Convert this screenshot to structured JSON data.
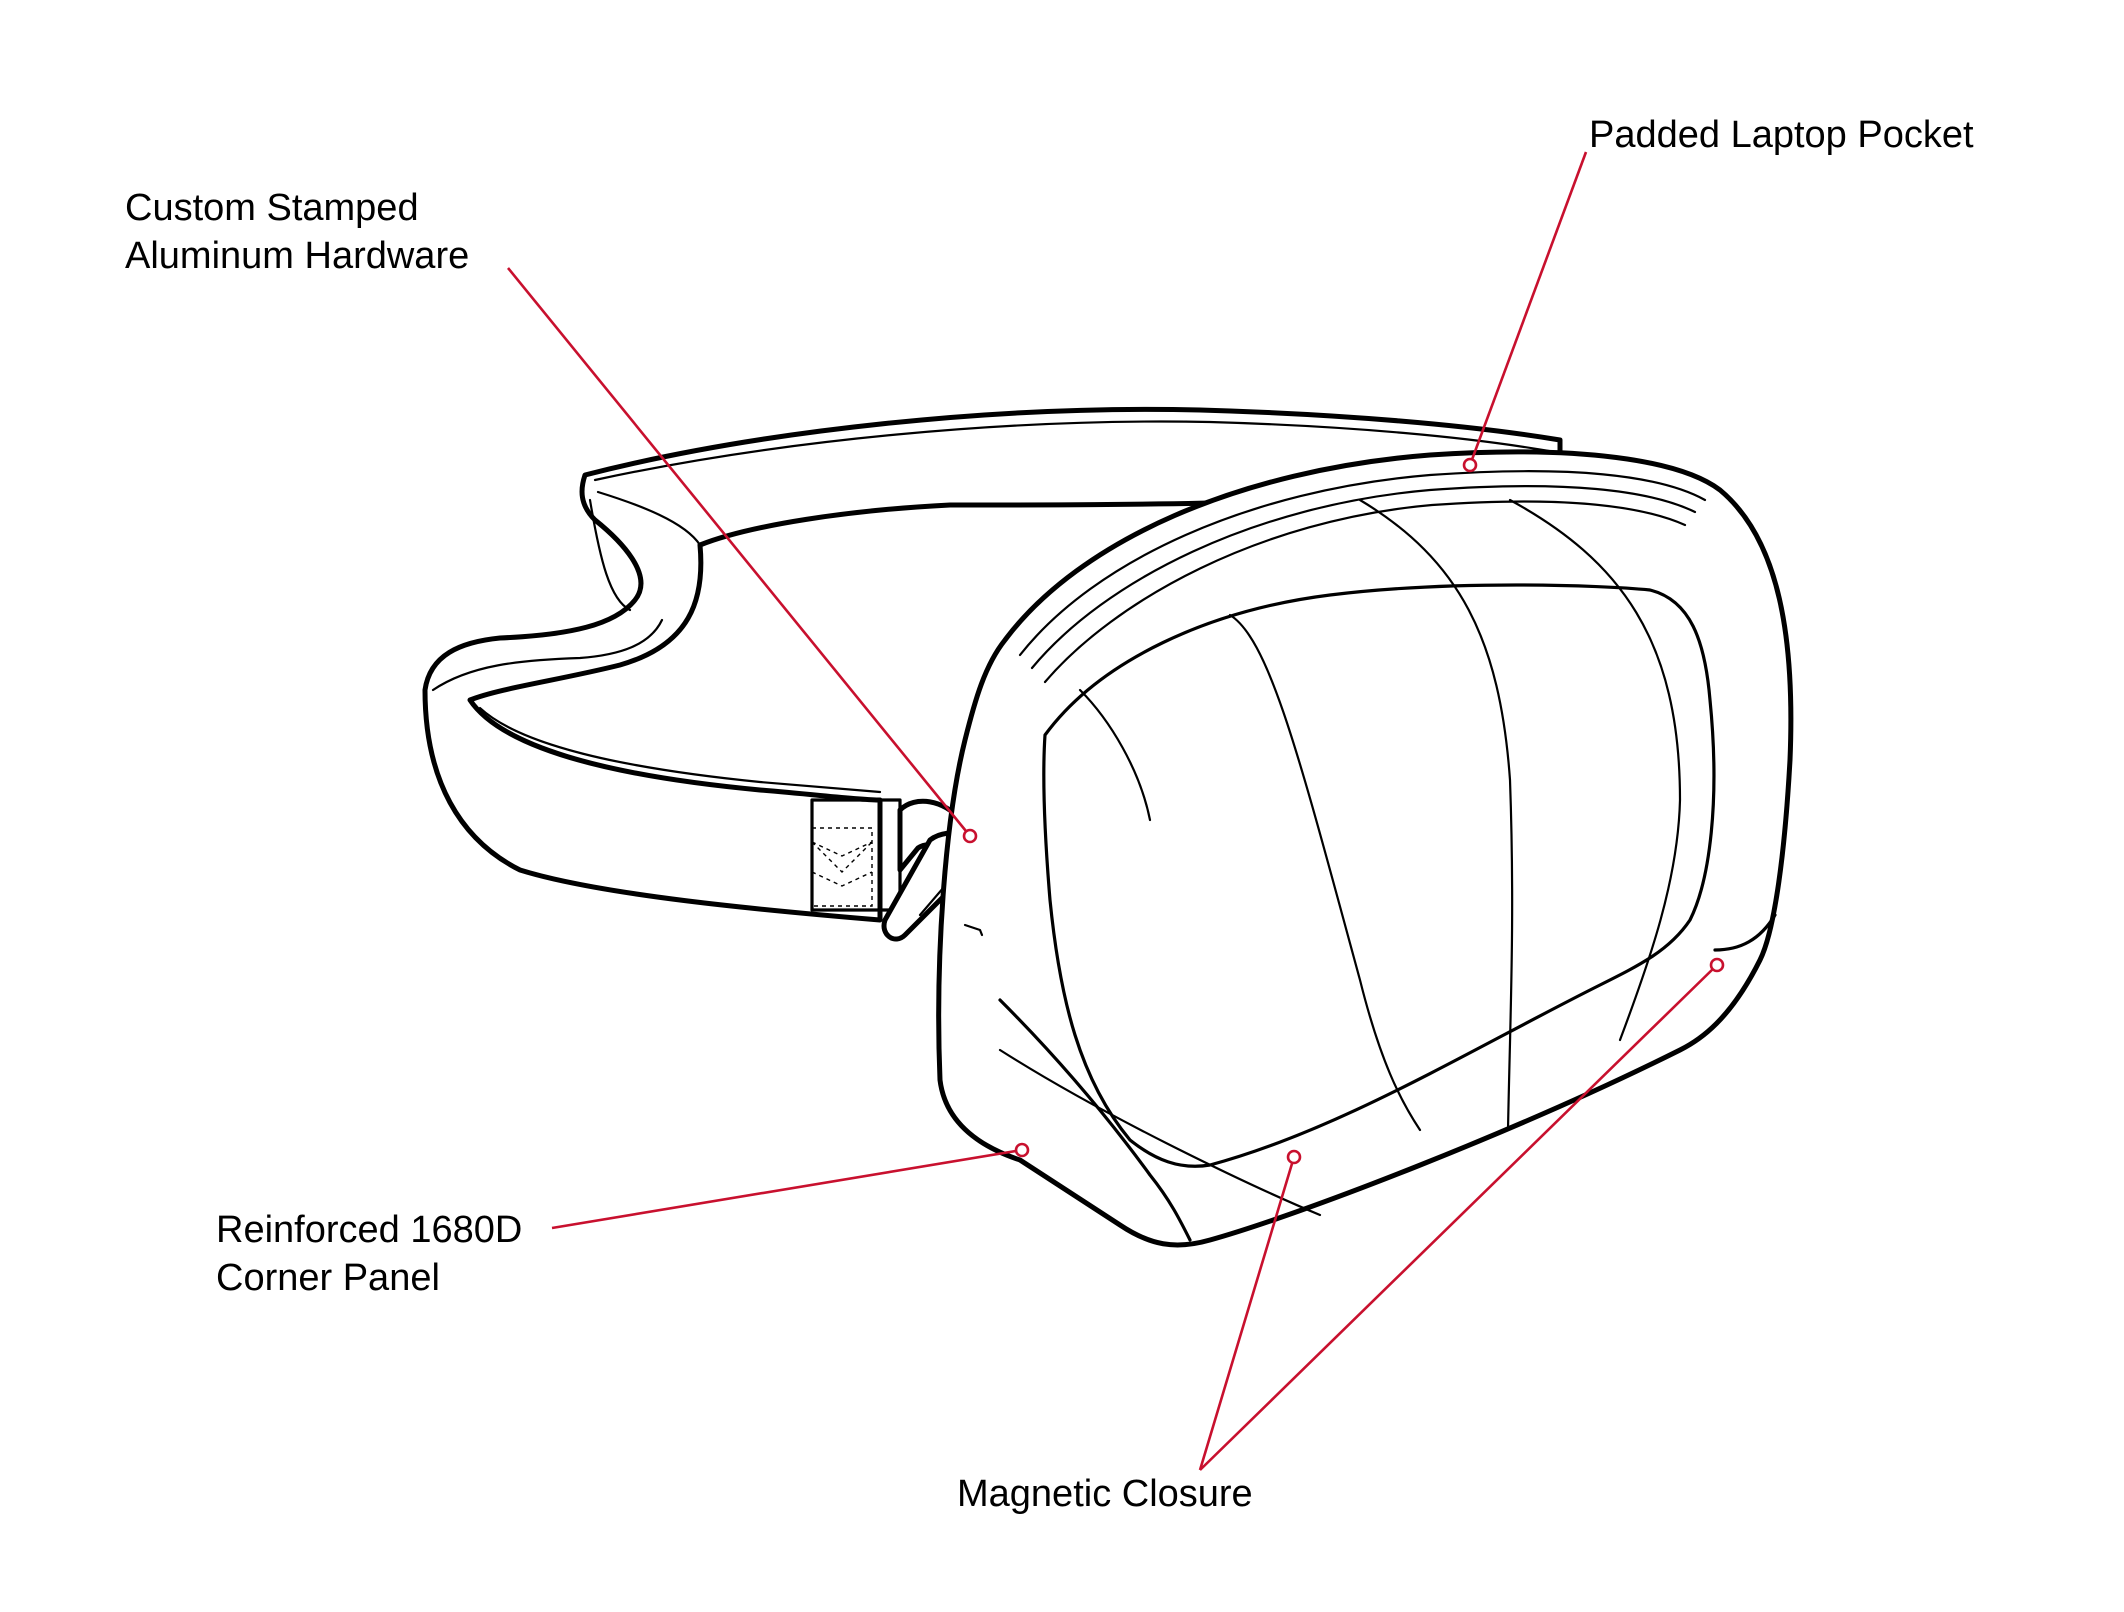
{
  "accent_color": "#c8102e",
  "callouts": {
    "padded_laptop_pocket": "Padded Laptop Pocket",
    "hardware": [
      "Custom Stamped",
      "Aluminum Hardware"
    ],
    "corner_panel": [
      "Reinforced 1680D",
      "Corner Panel"
    ],
    "magnetic_closure": "Magnetic Closure"
  }
}
